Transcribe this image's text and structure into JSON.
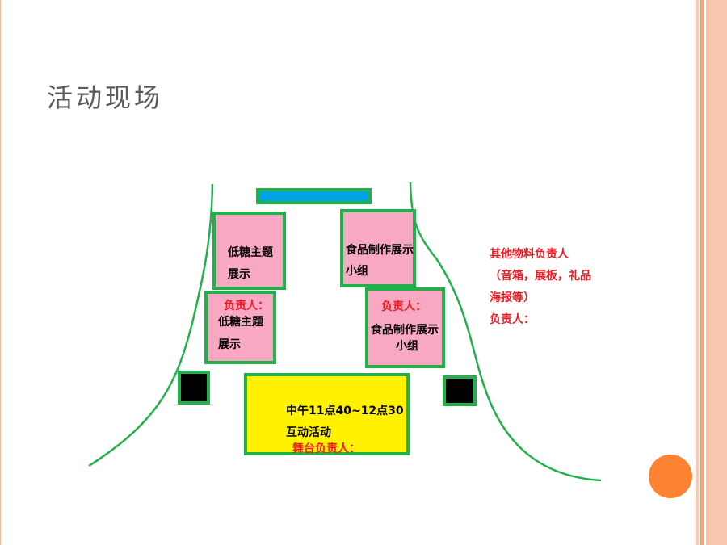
{
  "slide": {
    "title": "活动现场"
  },
  "diagram": {
    "low_sugar_top": {
      "line1": "低糖主题",
      "line2": "展示"
    },
    "food_top": {
      "line1": "食品制作展示",
      "line2": "小组"
    },
    "low_sugar_bottom": {
      "label_owner": "负责人：",
      "line1": "低糖主题",
      "line2": "展示"
    },
    "food_bottom": {
      "label_owner": "负责人：",
      "line1": "食品制作展示",
      "line2": "小组"
    },
    "stage": {
      "time": "中午11点40~12点30",
      "activity": "互动活动",
      "owner": "舞台负责人："
    },
    "other_materials": {
      "line1": "其他物料负责人",
      "line2": "（音箱，展板，礼品",
      "line3": "海报等）",
      "line4": "负责人："
    }
  },
  "colors": {
    "outline": "#22b04b",
    "booth_fill": "#f9a8c4",
    "stage_fill": "#fff200",
    "banner_fill": "#00a2e8",
    "accent_text": "#ed1c24",
    "decor_dot": "#fd8232"
  }
}
